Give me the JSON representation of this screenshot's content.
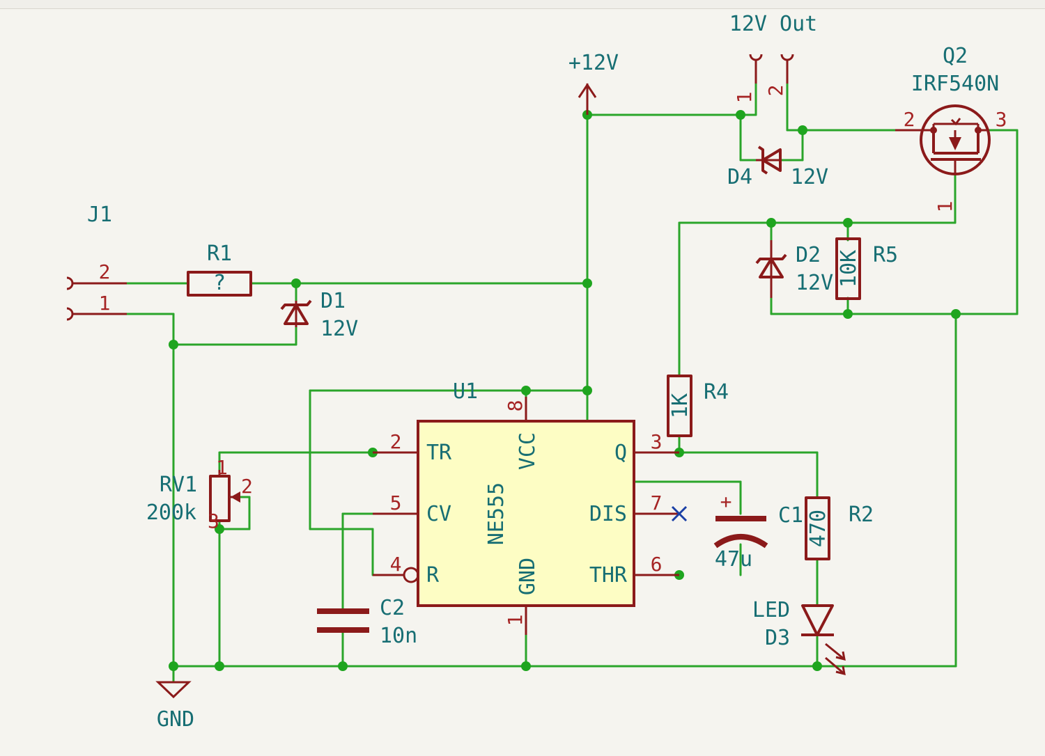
{
  "schematic": {
    "power": {
      "vcc_label": "+12V",
      "gnd_label": "GND"
    },
    "connectors": {
      "j1": {
        "ref": "J1",
        "pin1": "1",
        "pin2": "2"
      },
      "out": {
        "label": "12V Out",
        "pin1": "1",
        "pin2": "2"
      }
    },
    "u1": {
      "ref": "U1",
      "value": "NE555",
      "pins": {
        "tr": "TR",
        "cv": "CV",
        "r": "R",
        "vcc": "VCC",
        "gnd": "GND",
        "q": "Q",
        "dis": "DIS",
        "thr": "THR"
      },
      "pin_numbers": {
        "tr": "2",
        "cv": "5",
        "r": "4",
        "vcc": "8",
        "gnd": "1",
        "q": "3",
        "dis": "7",
        "thr": "6"
      }
    },
    "r1": {
      "ref": "R1",
      "value": "?"
    },
    "r2": {
      "ref": "R2",
      "value": "470"
    },
    "r4": {
      "ref": "R4",
      "value": "1K"
    },
    "r5": {
      "ref": "R5",
      "value": "10K"
    },
    "rv1": {
      "ref": "RV1",
      "value": "200k",
      "pin1": "1",
      "pin2": "2",
      "pin3": "3"
    },
    "c1": {
      "ref": "C1",
      "value": "47u",
      "polarity": "+"
    },
    "c2": {
      "ref": "C2",
      "value": "10n"
    },
    "d1": {
      "ref": "D1",
      "value": "12V"
    },
    "d2": {
      "ref": "D2",
      "value": "12V"
    },
    "d3": {
      "ref": "D3",
      "value": "LED"
    },
    "d4": {
      "ref": "D4",
      "value": "12V"
    },
    "q2": {
      "ref": "Q2",
      "value": "IRF540N",
      "pin1": "1",
      "pin2": "2",
      "pin3": "3"
    }
  },
  "colors": {
    "background": "#f5f4ef",
    "wire": "#2aa52a",
    "junction": "#1fa51f",
    "symbol": "#8b1a1a",
    "ic_fill": "#fdfdc4",
    "reference_text": "#176e73",
    "pin_text": "#a52424",
    "no_connect": "#1a3fa5"
  }
}
